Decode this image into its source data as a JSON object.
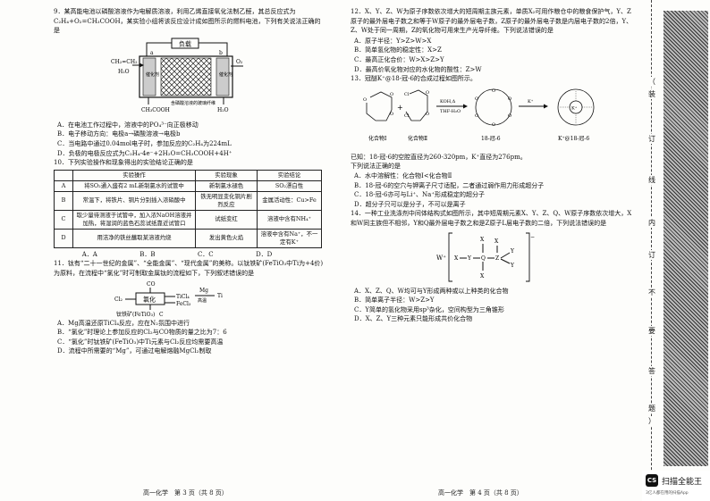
{
  "left": {
    "q9": {
      "stem": "9．某高能电池以磷酸溶液作为电解质溶液，利用乙烯直接氧化法制乙醛，其总反应式为C₂H₄+O₂=CH₃COOH，某实验小组将该反应设计成如图所示的燃料电池，下列有关说法正确的是",
      "diagram": {
        "load": "负载",
        "left_gas_in": "CH₂=CH₂",
        "left_h2o": "H₂O",
        "right_gas": "O₂",
        "electrode_a": "a",
        "electrode_b": "b",
        "left_label": "催化剂",
        "right_label": "催化剂",
        "bottom_left": "CH₃COOH",
        "bottom_right": "H₂O",
        "membrane": "含磷酸溶液的玻璃纤维"
      },
      "options": [
        "A．在电池工作过程中，溶液中的PO₄³⁻向正极移动",
        "B．电子移动方向：电极a→磷酸溶液→电极b",
        "C．当电路中通过0.04mol电子时，参加反应的C₂H₄为224mL",
        "D．负极的电极反应式为C₂H₄-4e⁻+2H₂O=CH₃COOH+4H⁺"
      ]
    },
    "q10": {
      "stem": "10．下列实验操作和现象得出的实验结论正确的是",
      "headers": [
        "",
        "实验操作",
        "实验现象",
        "实验结论"
      ],
      "rows": [
        [
          "A",
          "将SO₂通入盛有2 mL新制氯水的试管中",
          "新制氯水褪色",
          "SO₂漂白性"
        ],
        [
          "B",
          "常温下，将铁片、铜片分别插入浓硝酸中",
          "铁无明显变化铜片剧烈反应",
          "金属活动性：Cu>Fe"
        ],
        [
          "C",
          "取少量待测液于试管中，加入浓NaOH溶液并加热，将湿润的蓝色石蕊试纸靠近试管口",
          "试纸变红",
          "溶液中含有NH₄⁺"
        ],
        [
          "D",
          "用洁净的铁丝蘸取某溶液灼烧",
          "发出黄色火焰",
          "溶液中含有Na⁺，不一定有K⁺"
        ]
      ],
      "answers": [
        "A．A",
        "B．B",
        "C．C",
        "D．D"
      ]
    },
    "q11": {
      "stem": "11．钛有“二十一世纪的金属”、“全能金属”、“现代金属”的美称。以钛铁矿(FeTiO₃中Ti为+4价)为原料，在流程中“氯化”时可制取金属钛的流程如下，下列叙述错误的是",
      "flow": {
        "top": "CO",
        "cl2": "Cl₂",
        "box": "氯化",
        "tiCl4": "TiCl₄",
        "mg": "Mg",
        "cond": "高温",
        "ti": "Ti",
        "fecl3": "FeCl₃",
        "ore": "钛铁矿(FeTiO₃)",
        "c": "C"
      },
      "options": [
        "A．Mg高温还原TiCl₄反应，应在N₂氛围中进行",
        "B．“氯化”时理论上参加反应的Cl₂与CO物质的量之比为7：6",
        "C．“氯化”时钛铁矿(FeTiO₃)中Ti元素与Cl₂反应均需要高温",
        "D．流程中所需要的“Mg”，可通过电解熔融MgCl₂制取"
      ]
    },
    "footer": "高一化学　第 3 页（共 8 页）"
  },
  "right": {
    "q12": {
      "stem": "12．X、Y、Z、W为原子序数依次增大的短周期主族元素，单质X₂可用作粮仓中的粮食保护气，Y、Z原子的最外层电子数之和等于W原子的最外层电子数，Z原子的最外层电子数是内层电子数的2倍，Y、Z、W处于同一周期，Z的氧化物可用来生产光导纤维。下列说法错误的是",
      "options": [
        "A．原子半径：Y>Z>W>X",
        "B．简单氢化物的稳定性：X>Z",
        "C．最高正化合价：W>X>Z>Y",
        "D．最高价氧化物对应的水化物的酸性：Z>W"
      ]
    },
    "q13": {
      "stem": "13．冠醚K⁺@18-冠-6的合成过程如图所示。",
      "reagent1": "KOH,Δ",
      "reagent2": "THF-H₂O",
      "plus": "+",
      "k_plus": "K⁺",
      "labels": [
        "化合物Ⅰ",
        "化合物Ⅱ",
        "18-冠-6",
        "K⁺@18-冠-6"
      ],
      "known": "已知：18-冠-6的空腔直径为260-320pm，K⁺直径为276pm。",
      "prompt": "下列说法正确的是",
      "options": [
        "A．水中溶解性：化合物Ⅰ<化合物Ⅱ",
        "B．18-冠-6的空穴与钾离子尺寸适配，二者通过弱作用力形成超分子",
        "C．18-冠-6亦可与Li⁺、Na⁺形成稳定的超分子",
        "D．超分子只可以是分子，不可以是离子"
      ]
    },
    "q14": {
      "stem": "14．一种工业洗涤剂中间体结构式如图所示，其中短周期元素X、Y、Z、Q、W原子序数依次增大，X和W同主族但不相邻，Y和Q最外层电子数之和是Z原子L层电子数的二倍，下列说法错误的是",
      "struct": {
        "w": "W⁺",
        "x": "X",
        "y": "Y",
        "z": "Z",
        "q": "Q",
        "minus": "−"
      },
      "options": [
        "A．X、Z、Q、W均可与Y形成两种或以上种类的化合物",
        "B．简单离子半径：W>Z>Y",
        "C．Y简单的氢化物采用sp³杂化，空间构型为三角锥形",
        "D．X、Z、Y三种元素只能形成共价化合物"
      ]
    },
    "footer": "高一化学　第 4 页（共 8 页）"
  },
  "binding_strip": [
    "（",
    "装",
    "订",
    "线",
    "内",
    "订",
    "不",
    "要",
    "答",
    "题",
    "）"
  ],
  "scanner": {
    "badge": "CS",
    "name": "扫描全能王",
    "tagline": "3亿人都在用的扫描App"
  }
}
